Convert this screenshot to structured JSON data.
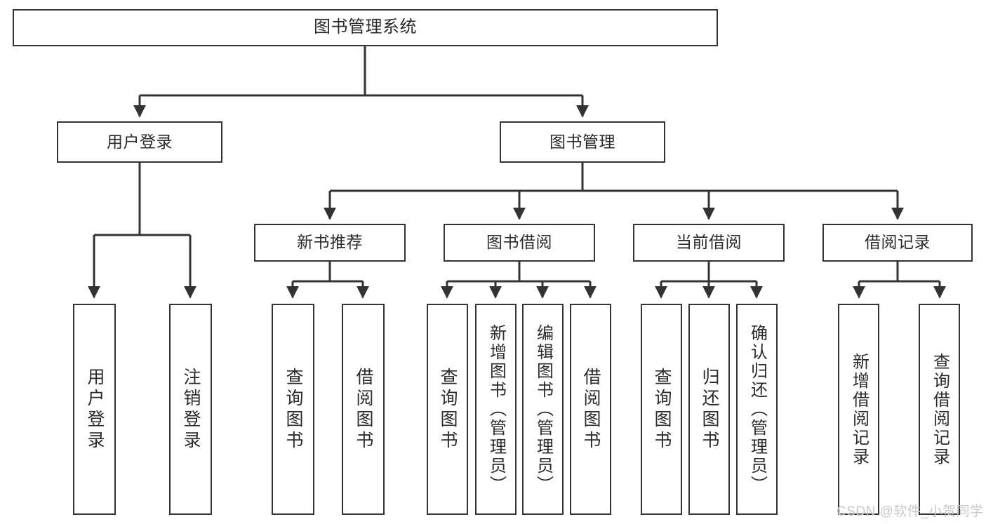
{
  "diagram": {
    "type": "tree",
    "title": "图书管理系统",
    "watermark": "CSDN @软件_小贺同学",
    "colors": {
      "stroke": "#333333",
      "box_fill": "#ffffff",
      "text": "#2b2b2b",
      "background": "#ffffff",
      "watermark": "#c8c8c8"
    },
    "nodes": {
      "root": {
        "label": "图书管理系统"
      },
      "level2": [
        {
          "label": "用户登录"
        },
        {
          "label": "图书管理"
        }
      ],
      "level3": [
        {
          "label": "新书推荐"
        },
        {
          "label": "图书借阅"
        },
        {
          "label": "当前借阅"
        },
        {
          "label": "借阅记录"
        }
      ],
      "leaves": {
        "user_login": [
          {
            "label": "用户登录"
          },
          {
            "label": "注销登录"
          }
        ],
        "new_book_recommend": [
          {
            "label": "查询图书"
          },
          {
            "label": "借阅图书"
          }
        ],
        "book_borrow": [
          {
            "label": "查询图书"
          },
          {
            "label": "新增图书（管理员）"
          },
          {
            "label": "编辑图书（管理员）"
          },
          {
            "label": "借阅图书"
          }
        ],
        "current_borrow": [
          {
            "label": "查询图书"
          },
          {
            "label": "归还图书"
          },
          {
            "label": "确认归还（管理员）"
          }
        ],
        "borrow_record": [
          {
            "label": "新增借阅记录"
          },
          {
            "label": "查询借阅记录"
          }
        ]
      }
    }
  }
}
